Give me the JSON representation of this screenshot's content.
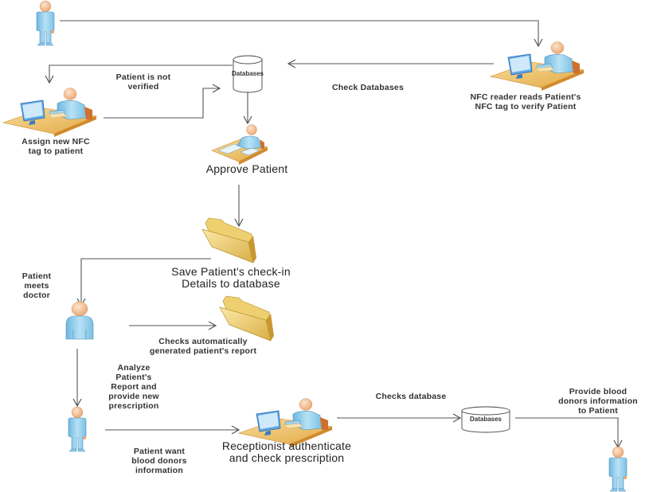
{
  "diagram": {
    "title": "Patient check-in and blood donor information flow",
    "nodes": {
      "patient_start": {
        "type": "actor",
        "icon": "person-icon"
      },
      "nfc_reader": {
        "type": "workstation",
        "icon": "workstation-icon",
        "label": "NFC reader reads Patient's\nNFC tag to verify Patient"
      },
      "db_top": {
        "type": "database",
        "icon": "database-icon",
        "label": "Databases"
      },
      "assign_nfc": {
        "type": "workstation",
        "icon": "workstation-icon",
        "label": "Assign new NFC\ntag to patient"
      },
      "approve_patient": {
        "type": "workstation",
        "icon": "desk-worker-icon",
        "label": "Approve Patient"
      },
      "save_details": {
        "type": "folder",
        "icon": "folder-icon",
        "label": "Save Patient's check-in\nDetails to database"
      },
      "doctor": {
        "type": "actor",
        "icon": "doctor-icon"
      },
      "patient_report": {
        "type": "folder",
        "icon": "folder-icon"
      },
      "patient_mid": {
        "type": "actor",
        "icon": "person-icon"
      },
      "receptionist": {
        "type": "workstation",
        "icon": "workstation-icon",
        "label": "Receptionist authenticate\nand check prescription"
      },
      "db_bottom": {
        "type": "database",
        "icon": "database-icon",
        "label": "Databases"
      },
      "patient_end": {
        "type": "actor",
        "icon": "person-icon"
      }
    },
    "edges": {
      "check_databases": "Check Databases",
      "patient_not_verified": "Patient is not\nverified",
      "patient_meets_doctor": "Patient\nmeets\ndoctor",
      "checks_report": "Checks automatically\ngenerated patient's report",
      "analyze_report": "Analyze\nPatient's\nReport and\nprovide new\nprescription",
      "want_blood_donors": "Patient want\nblood donors\ninformation",
      "checks_database": "Checks database",
      "provide_blood_donors": "Provide blood\ndonors information\nto Patient"
    },
    "colors": {
      "line": "#555555",
      "person_body": "#9fd3ee",
      "person_head": "#f6c9a0",
      "desk": "#f2c877",
      "folder": "#f3d77c",
      "monitor": "#4a8fd6"
    }
  }
}
